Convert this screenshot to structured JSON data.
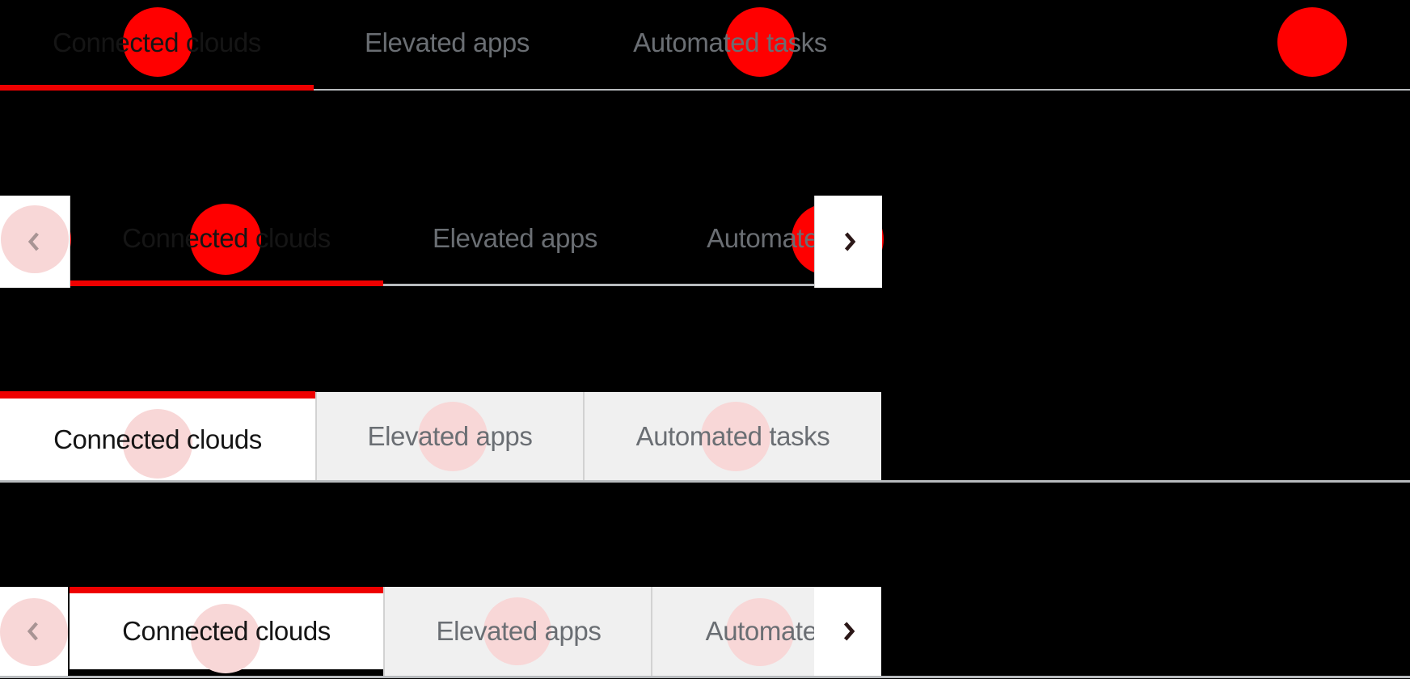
{
  "component": {
    "name": "Tabs",
    "active_tab": "Connected clouds"
  },
  "colors": {
    "background": "#000000",
    "active_indicator_red": "#ee0000",
    "hotspot_red": "#ff0000",
    "hotspot_pink": "#f8d7d7",
    "active_text": "#151515",
    "inactive_text": "#6a6e73",
    "inactive_box_tab_bg": "#f0f0f0",
    "underline_gray": "#b8bbbe",
    "divider_gray": "#d2d2d2",
    "scroll_button_bg": "#ffffff",
    "chevron_disabled": "#a89494",
    "chevron_enabled": "#2b1717"
  },
  "icons": {
    "scroll_left": "angle-left-icon",
    "scroll_right": "angle-right-icon"
  },
  "rows": [
    {
      "variant": "underline",
      "tabs": [
        {
          "label": "Connected clouds",
          "active": true
        },
        {
          "label": "Elevated apps",
          "active": false
        },
        {
          "label": "Automated tasks",
          "active": false
        }
      ]
    },
    {
      "variant": "underline-overflow",
      "scroll_left_disabled": true,
      "scroll_right_disabled": false,
      "tabs": [
        {
          "label": "Connected clouds",
          "active": true
        },
        {
          "label": "Elevated apps",
          "active": false
        },
        {
          "label": "Automated tasks",
          "active": false,
          "truncated": true,
          "visible_text": "Automate"
        }
      ]
    },
    {
      "variant": "box",
      "tabs": [
        {
          "label": "Connected clouds",
          "active": true
        },
        {
          "label": "Elevated apps",
          "active": false
        },
        {
          "label": "Automated tasks",
          "active": false
        }
      ]
    },
    {
      "variant": "box-overflow",
      "scroll_left_disabled": true,
      "scroll_right_disabled": false,
      "tabs": [
        {
          "label": "Connected clouds",
          "active": true
        },
        {
          "label": "Elevated apps",
          "active": false
        },
        {
          "label": "Automated tasks",
          "active": false,
          "truncated": true,
          "visible_text": "Automate"
        }
      ]
    }
  ]
}
